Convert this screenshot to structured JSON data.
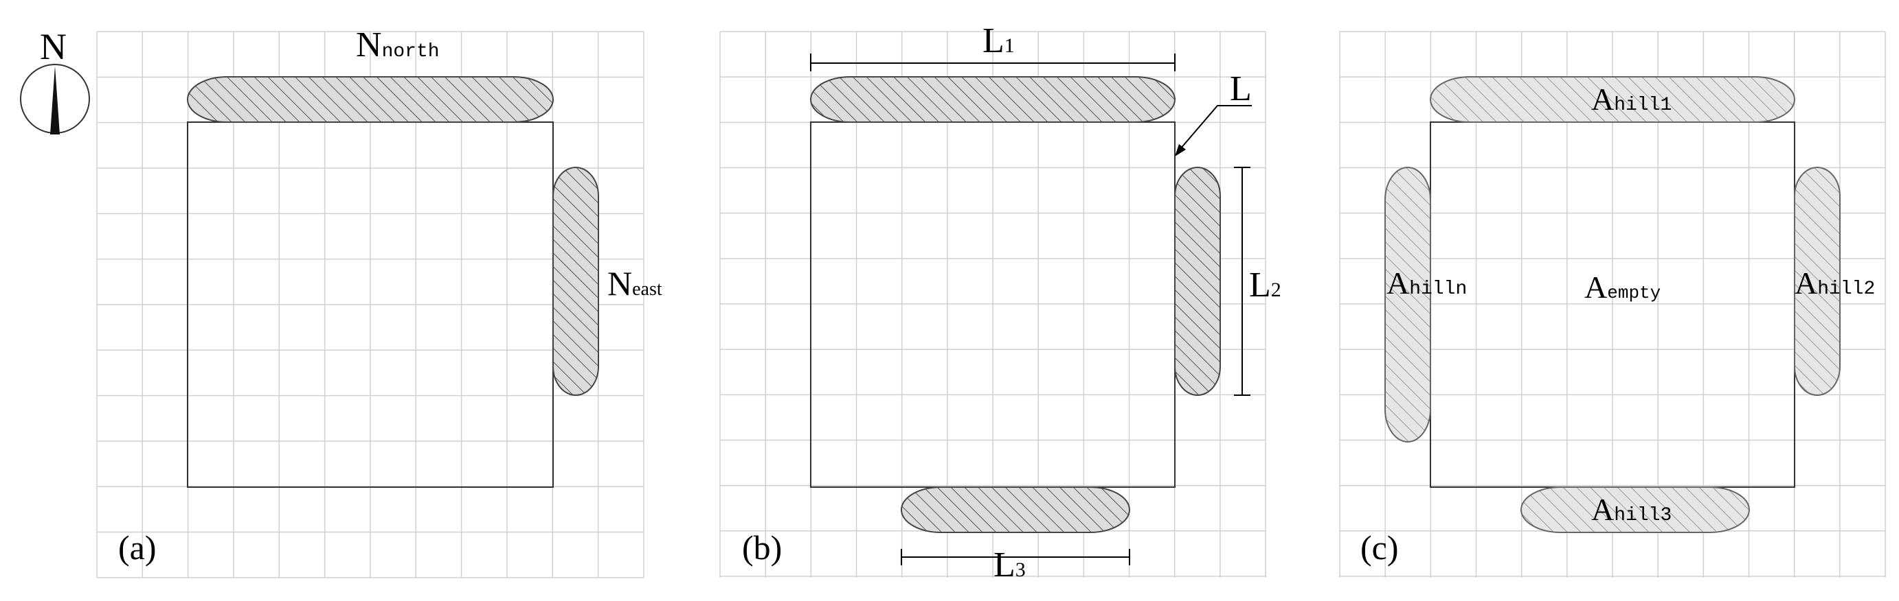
{
  "compass": {
    "letter": "N"
  },
  "panel_a": {
    "caption": "(a)",
    "north_main": "N",
    "north_sub": "north",
    "east_main": "N",
    "east_sub": "east"
  },
  "panel_b": {
    "caption": "(b)",
    "l_label": "L",
    "l1_main": "L",
    "l1_sub": "1",
    "l2_main": "L",
    "l2_sub": "2",
    "l3_main": "L",
    "l3_sub": "3"
  },
  "panel_c": {
    "caption": "(c)",
    "hill1_main": "A",
    "hill1_sub": "hill1",
    "hill2_main": "A",
    "hill2_sub": "hill2",
    "hill3_main": "A",
    "hill3_sub": "hill3",
    "hilln_main": "A",
    "hilln_sub": "hilln",
    "empty_main": "A",
    "empty_sub": "empty"
  },
  "colors": {
    "grid": "#d0d0d0",
    "outline": "#333333",
    "hatch_fill": "#dddddd",
    "hatch_line": "#555555"
  }
}
